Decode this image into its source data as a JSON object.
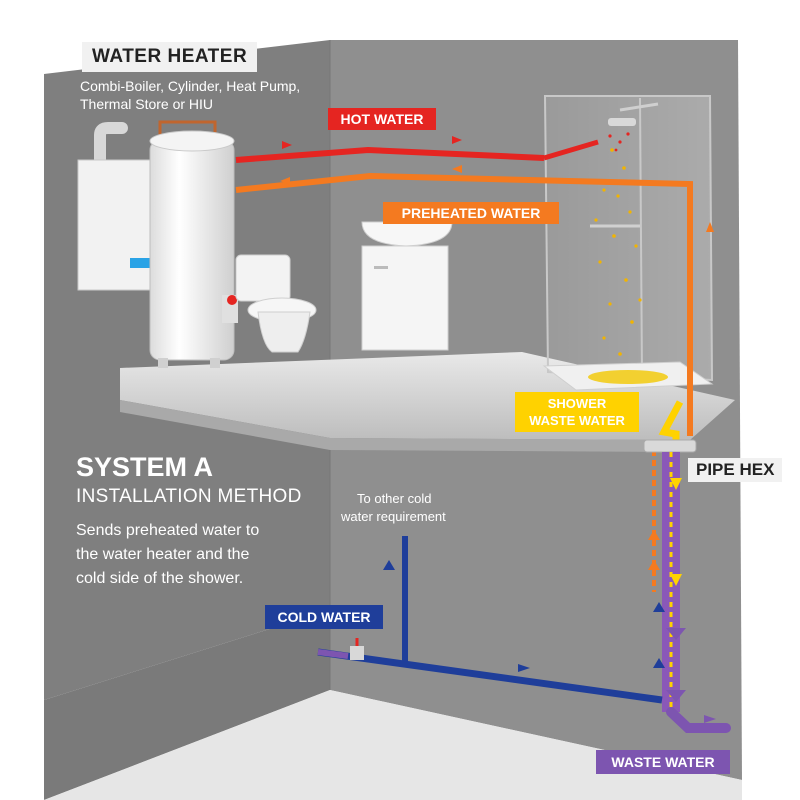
{
  "labels": {
    "water_heater_title": "WATER HEATER",
    "water_heater_sub_line1": "Combi-Boiler, Cylinder, Heat Pump,",
    "water_heater_sub_line2": "Thermal Store or HIU",
    "hot_water": "HOT WATER",
    "preheated_water": "PREHEATED WATER",
    "shower_waste_line1": "SHOWER",
    "shower_waste_line2": "WASTE WATER",
    "pipe_hex": "PIPE HEX",
    "other_cold_line1": "To other cold",
    "other_cold_line2": "water requirement",
    "cold_water": "COLD WATER",
    "waste_water": "WASTE WATER",
    "system_title": "SYSTEM A",
    "system_subtitle": "INSTALLATION METHOD",
    "desc_line1": "Sends preheated water to",
    "desc_line2": "the water heater and the",
    "desc_line3": "cold side of the shower."
  },
  "colors": {
    "hot_water": "#e52521",
    "preheated_water": "#f47a20",
    "shower_waste_water": "#ffd200",
    "cold_water": "#1f3e9a",
    "waste_water": "#7d55b0",
    "wall": "#8a8a8a"
  },
  "icons": {
    "water_heater": "boiler-cylinder-icon",
    "toilet": "toilet-icon",
    "sink": "basin-vanity-icon",
    "shower": "shower-enclosure-icon",
    "pipe_hex": "heat-exchanger-icon",
    "valve": "valve-icon"
  }
}
